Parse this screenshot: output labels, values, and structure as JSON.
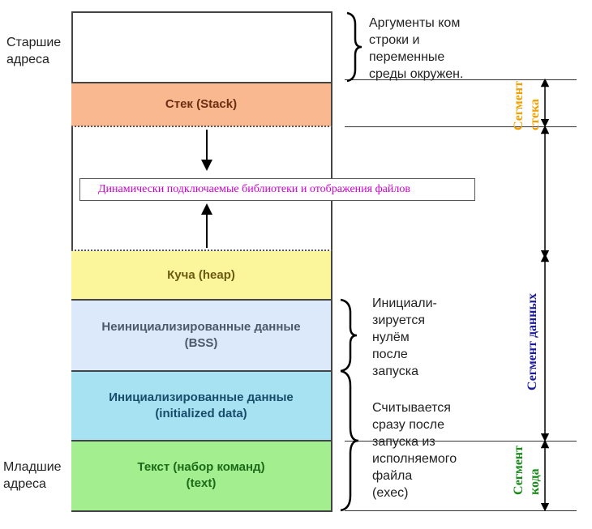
{
  "labels": {
    "high_addr": "Старшие\nадреса",
    "low_addr": "Младшие\nадреса"
  },
  "segments": {
    "stack": "Стек (Stack)",
    "heap": "Куча (heap)",
    "bss": "Неинициализированные данные\n(BSS)",
    "data": "Инициализированные данные\n(initialized data)",
    "text": "Текст (набор команд)\n(text)"
  },
  "mmap_label": "Динамически подключаемые библиотеки и отображения файлов",
  "notes": {
    "args": "Аргументы ком\nстроки и\nпеременные\nсреды окружен.",
    "bss": "Инициали-\nзируется\nнулём\nпосле\nзапуска",
    "data": "Считывается\nсразу после\nзапуска из\nисполняемого\nфайла\n(exec)"
  },
  "vertical_labels": {
    "stack_segment": "Сегмент\nстека",
    "data_segment": "Сегмент данных",
    "code_segment": "Сегмент\nкода"
  },
  "colors": {
    "stack_fill": "#f9b88f",
    "stack_text": "#6b2e12",
    "heap_fill": "#fbf59b",
    "heap_text": "#6b5a12",
    "bss_fill": "#dce9fa",
    "bss_text": "#4a5a6a",
    "data_fill": "#a6e2f2",
    "data_text": "#184c6a",
    "text_fill": "#a3ee8f",
    "text_text": "#1c6a18",
    "mmap_text": "#cc00cc",
    "stack_label_color": "#f0a000",
    "data_label_color": "#1a1aa0",
    "code_label_color": "#1a8a1a"
  }
}
